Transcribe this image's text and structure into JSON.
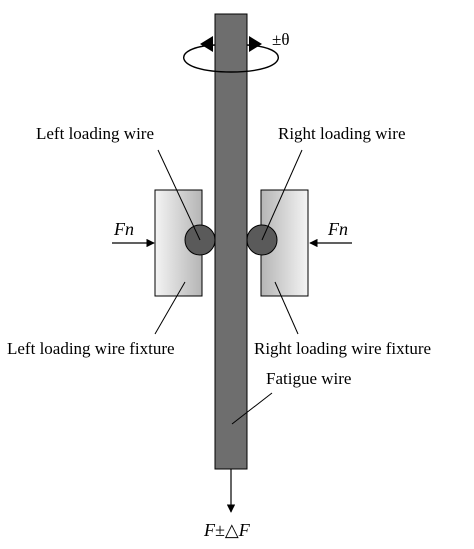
{
  "labels": {
    "rotation": "±θ",
    "left_wire": "Left loading wire",
    "right_wire": "Right loading wire",
    "left_force": "Fn",
    "right_force": "Fn",
    "left_fixture": "Left loading wire fixture",
    "right_fixture": "Right loading wire fixture",
    "fatigue_wire": "Fatigue wire",
    "axial_load": "F±△F"
  },
  "colors": {
    "fatigue_wire": "#6e6e6e",
    "loading_wire": "#5a5a5a",
    "fixture_light": "#f2f2f2",
    "fixture_dark": "#b8b8b8",
    "stroke": "#000000"
  }
}
